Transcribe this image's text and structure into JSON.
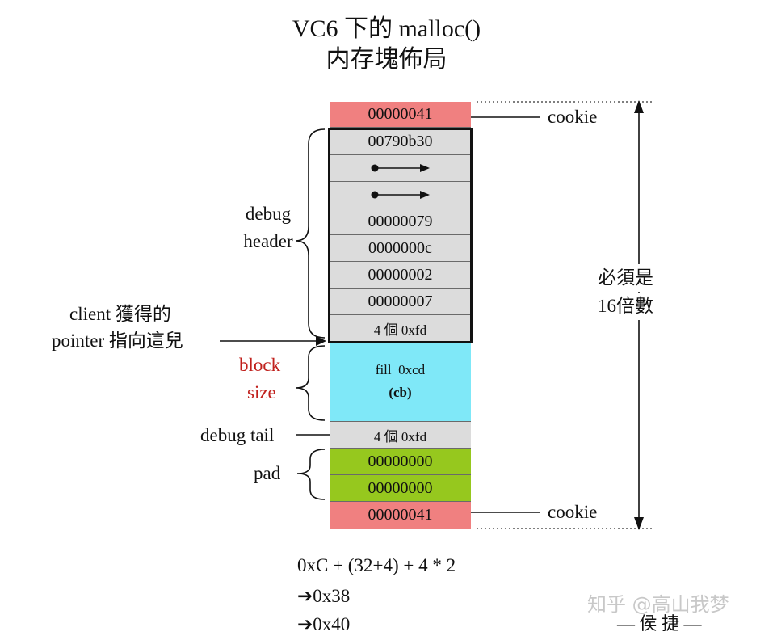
{
  "title": {
    "line1": "VC6 下的 malloc()",
    "line2": "内存塊佈局"
  },
  "colors": {
    "cookie": "#f08080",
    "header": "#dcdcdc",
    "body": "#7fe8f8",
    "pad": "#96c81e",
    "block_label": "#c0201c"
  },
  "cells": [
    {
      "text": "00000041",
      "kind": "cookie"
    },
    {
      "text": "00790b30",
      "kind": "header"
    },
    {
      "text": "",
      "kind": "header",
      "icon": "pointer-arrow-icon"
    },
    {
      "text": "",
      "kind": "header",
      "icon": "pointer-arrow-icon"
    },
    {
      "text": "00000079",
      "kind": "header"
    },
    {
      "text": "0000000c",
      "kind": "header"
    },
    {
      "text": "00000002",
      "kind": "header"
    },
    {
      "text": "00000007",
      "kind": "header"
    },
    {
      "text": "4 個 0xfd",
      "kind": "header"
    },
    {
      "text": "fill  0xcd",
      "text2": "(cb)",
      "kind": "body"
    },
    {
      "text": "4 個 0xfd",
      "kind": "header"
    },
    {
      "text": "00000000",
      "kind": "pad"
    },
    {
      "text": "00000000",
      "kind": "pad"
    },
    {
      "text": "00000041",
      "kind": "cookie"
    }
  ],
  "labels": {
    "cookie_top": "cookie",
    "cookie_bottom": "cookie",
    "debug_header_1": "debug",
    "debug_header_2": "header",
    "client_1": "client 獲得的",
    "client_2": "pointer 指向這兒",
    "block_1": "block",
    "block_2": "size",
    "debug_tail": "debug tail",
    "pad": "pad",
    "multiple_1": "必須是",
    "multiple_2": "16倍數"
  },
  "formula": {
    "line1": "0xC + (32+4) + 4 * 2",
    "line2": "0x38",
    "line3": "0x40"
  },
  "watermark": "知乎 @高山我梦",
  "signature": "— 侯 捷 —"
}
